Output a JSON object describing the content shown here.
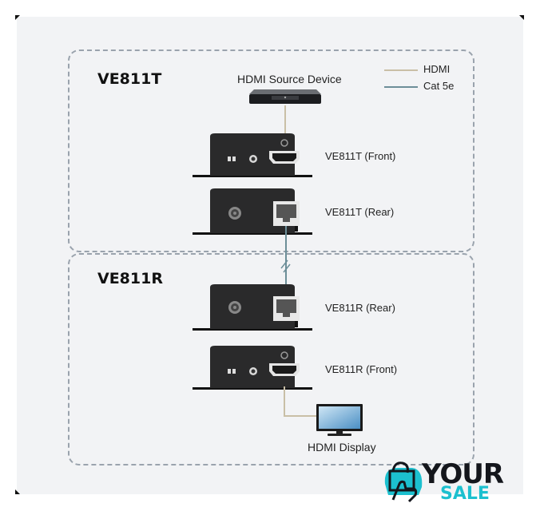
{
  "legend": {
    "hdmi": "HDMI",
    "cat5e": "Cat 5e"
  },
  "colors": {
    "hdmi_line": "#c9bfa6",
    "cat_line": "#6c8e98",
    "logo_teal": "#1cc0cf",
    "logo_dark": "#14161c"
  },
  "transmitter": {
    "title": "VE811T",
    "source_label": "HDMI Source Device",
    "front_label": "VE811T (Front)",
    "rear_label": "VE811T (Rear)"
  },
  "receiver": {
    "title": "VE811R",
    "rear_label": "VE811R (Rear)",
    "front_label": "VE811R (Front)",
    "display_label": "HDMI Display"
  },
  "watermark": {
    "line1": "YOUR",
    "line2": "SALE"
  }
}
